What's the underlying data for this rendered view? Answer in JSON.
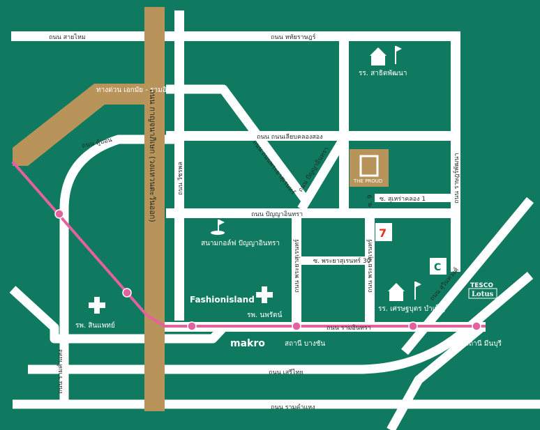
{
  "colors": {
    "background": "#0f7a5f",
    "road": "#ffffff",
    "expressway": "#b8935a",
    "transit_line": "#e2619e",
    "station_dot": "#e2619e"
  },
  "roads": {
    "sai_mai": "ถนน สายไหม",
    "hathai_rat": "ถนน หทัยราษฎร์",
    "liap_khlong_song": "ถนน ถนนเลียบคลองสอง",
    "khubon": "ถนน คู้บอน",
    "phraya_suren": "ถนน ถนนพระยาสุเรนทร์",
    "panya_intra_diag": "ถนน ปัญญาอินทรา",
    "panya_intra": "ถนน ปัญญาอินทรา",
    "kanchanaphisek": "ถนน กาญจนาภิเษก (วงแหวนตะวันออก)",
    "soi_suerakhlong": "ซ. สุเหร่าคลอง 1",
    "soi_phraya_suren_30": "ซ. พระยาสุเรนทร์ 30",
    "ramintra": "ถนน รามอินทรา",
    "seri_thai": "ถนน เสรีไทย",
    "ramkhamhaeng": "ถนน รามคำแหง",
    "suwinthawong": "ถนน สุวินทวงศ์",
    "ratpattana": "ถนน ราษฎร์พัฒนา",
    "soi_9": "ซ. 9",
    "watcharaphon": "ถนน วัชรพล",
    "phraya_suren_vert_left": "ถนน พระยาสุเรนทร์",
    "phraya_suren_vert_right": "ถนน พระยาสุเรนทร์",
    "ramkhamhaeng_vert": "ถนน รามคำแหง"
  },
  "expressway": {
    "label": "ทางด่วน เอกมัย - รามอินทรา"
  },
  "landmarks": {
    "school_top": "รร. สาธิตพัฒนา",
    "the_proud": "THE PROUD",
    "golf": "สนามกอล์ฟ ปัญญาอินทรา",
    "fashion_island": "Fashionisland",
    "hospital_nopparat": "รพ. นพรัตน์",
    "hospital_sinphaet": "รพ. สินแพทย์",
    "makro": "makro",
    "station_bang_chan": "สถานี บางชัน",
    "station_min_buri": "สถานี มีนบุรี",
    "school_bottom": "รร. เศรษฐบุตร บำเพ็ญ",
    "tesco": "TESCO",
    "lotus": "Lotus",
    "seven_eleven": "7-Eleven",
    "big_c": "Big C"
  }
}
